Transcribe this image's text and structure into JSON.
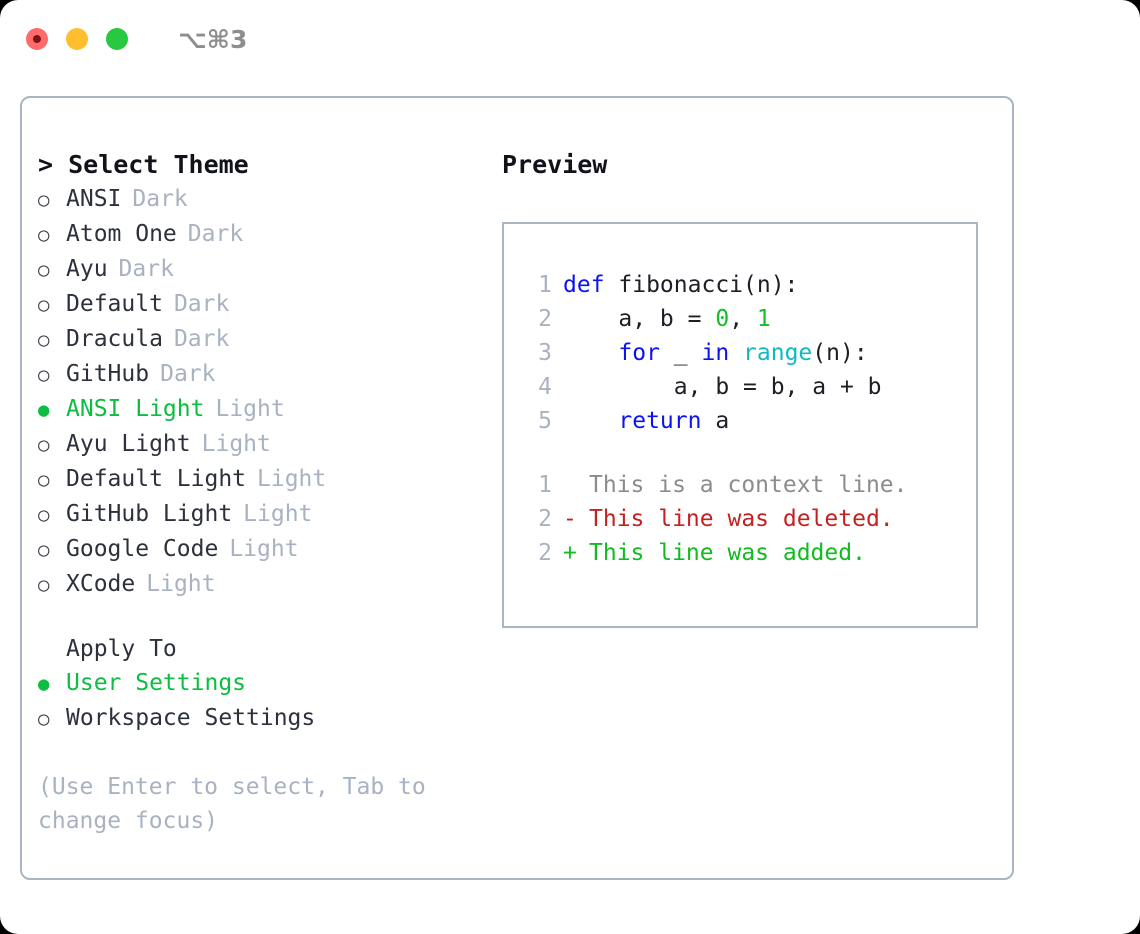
{
  "titlebar": {
    "lights": [
      {
        "name": "close",
        "color": "#ff6b6b"
      },
      {
        "name": "minimize",
        "color": "#ffbe2e"
      },
      {
        "name": "zoom",
        "color": "#28c840"
      }
    ],
    "shortcut": "⌥⌘3"
  },
  "theme_picker": {
    "header": "> Select Theme",
    "items": [
      {
        "bullet": "○",
        "name": "ANSI",
        "category": "Dark",
        "selected": false
      },
      {
        "bullet": "○",
        "name": "Atom One",
        "category": "Dark",
        "selected": false
      },
      {
        "bullet": "○",
        "name": "Ayu",
        "category": "Dark",
        "selected": false
      },
      {
        "bullet": "○",
        "name": "Default",
        "category": "Dark",
        "selected": false
      },
      {
        "bullet": "○",
        "name": "Dracula",
        "category": "Dark",
        "selected": false
      },
      {
        "bullet": "○",
        "name": "GitHub",
        "category": "Dark",
        "selected": false
      },
      {
        "bullet": "●",
        "name": "ANSI Light",
        "category": "Light",
        "selected": true
      },
      {
        "bullet": "○",
        "name": "Ayu Light",
        "category": "Light",
        "selected": false
      },
      {
        "bullet": "○",
        "name": "Default Light",
        "category": "Light",
        "selected": false
      },
      {
        "bullet": "○",
        "name": "GitHub Light",
        "category": "Light",
        "selected": false
      },
      {
        "bullet": "○",
        "name": "Google Code",
        "category": "Light",
        "selected": false
      },
      {
        "bullet": "○",
        "name": "XCode",
        "category": "Light",
        "selected": false
      }
    ]
  },
  "apply_to": {
    "label": "Apply To",
    "items": [
      {
        "bullet": "●",
        "name": "User Settings",
        "selected": true
      },
      {
        "bullet": "○",
        "name": "Workspace Settings",
        "selected": false
      }
    ]
  },
  "hint": "(Use Enter to select, Tab to change focus)",
  "preview": {
    "header": "Preview",
    "code_lines": [
      {
        "lineno": "1",
        "tokens": [
          {
            "text": "def",
            "type": "kw"
          },
          {
            "text": " fibonacci(n):",
            "type": "pl"
          }
        ]
      },
      {
        "lineno": "2",
        "tokens": [
          {
            "text": "    a, b = ",
            "type": "pl"
          },
          {
            "text": "0",
            "type": "num"
          },
          {
            "text": ", ",
            "type": "pl"
          },
          {
            "text": "1",
            "type": "num"
          }
        ]
      },
      {
        "lineno": "3",
        "tokens": [
          {
            "text": "    ",
            "type": "pl"
          },
          {
            "text": "for",
            "type": "kw"
          },
          {
            "text": " _ ",
            "type": "pl"
          },
          {
            "text": "in",
            "type": "kw"
          },
          {
            "text": " ",
            "type": "pl"
          },
          {
            "text": "range",
            "type": "fn"
          },
          {
            "text": "(n):",
            "type": "pl"
          }
        ]
      },
      {
        "lineno": "4",
        "tokens": [
          {
            "text": "        a, b = b, a + b",
            "type": "pl"
          }
        ]
      },
      {
        "lineno": "5",
        "tokens": [
          {
            "text": "    ",
            "type": "pl"
          },
          {
            "text": "return",
            "type": "kw"
          },
          {
            "text": " a",
            "type": "pl"
          }
        ]
      }
    ],
    "diff_lines": [
      {
        "lineno": "1",
        "marker": " ",
        "text": "This is a context line.",
        "kind": "ctx"
      },
      {
        "lineno": "2",
        "marker": "-",
        "text": "This line was deleted.",
        "kind": "del"
      },
      {
        "lineno": "2",
        "marker": "+",
        "text": "This line was added.",
        "kind": "add"
      }
    ]
  },
  "colors": {
    "accent_green": "#0dbd42",
    "keyword_blue": "#0b13f0",
    "function_cyan": "#0fb8c4",
    "number_green": "#12c024",
    "diff_delete_red": "#c42121",
    "diff_add_green": "#12bb21",
    "muted_gray": "#a8b2c0",
    "border_gray": "#aab4c2"
  }
}
